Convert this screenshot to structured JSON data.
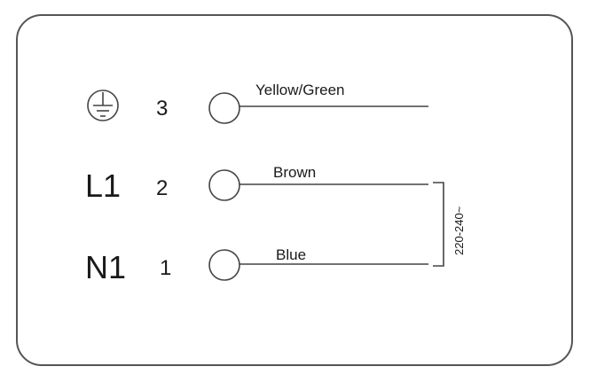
{
  "terminals": [
    {
      "symbol_icon": "earth-ground-icon",
      "number": "3",
      "wire": "Yellow/Green"
    },
    {
      "symbol": "L1",
      "number": "2",
      "wire": "Brown"
    },
    {
      "symbol": "N1",
      "number": "1",
      "wire": "Blue"
    }
  ],
  "supply_voltage": "220-240~",
  "colors": {
    "line": "#444444",
    "frame": "#555555",
    "text": "#1a1a1a"
  }
}
